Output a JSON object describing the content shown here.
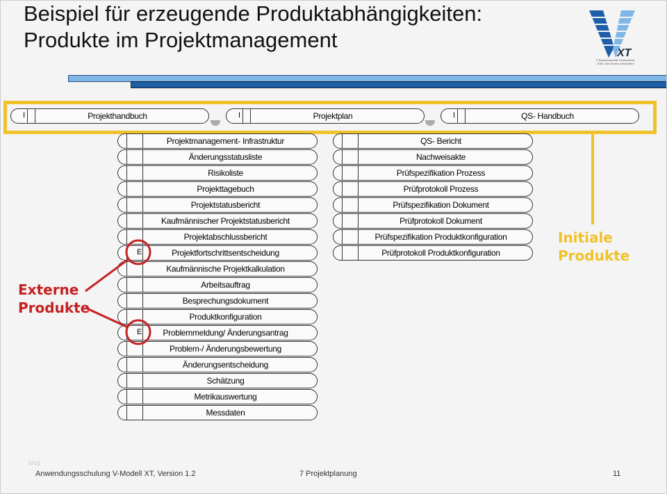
{
  "title": [
    "Beispiel für erzeugende Produktabhängigkeiten:",
    "Produkte im Projektmanagement"
  ],
  "logo": {
    "text": "V XT",
    "caption": "© Bundesrepublik Deutschland, 2006, Alle Rechte vorbehalten"
  },
  "initial_products": [
    {
      "code": "I",
      "label": "Projekthandbuch"
    },
    {
      "code": "I",
      "label": "Projektplan"
    },
    {
      "code": "I",
      "label": "QS- Handbuch"
    }
  ],
  "left_column": [
    {
      "code": "",
      "label": "Projektmanagement- Infrastruktur"
    },
    {
      "code": "",
      "label": "Änderungsstatusliste"
    },
    {
      "code": "",
      "label": "Risikoliste"
    },
    {
      "code": "",
      "label": "Projekttagebuch"
    },
    {
      "code": "",
      "label": "Projektstatusbericht"
    },
    {
      "code": "",
      "label": "Kaufmännischer Projektstatusbericht"
    },
    {
      "code": "",
      "label": "Projektabschlussbericht"
    },
    {
      "code": "E",
      "label": "Projektfortschrittsentscheidung"
    },
    {
      "code": "",
      "label": "Kaufmännische Projektkalkulation"
    },
    {
      "code": "",
      "label": "Arbeitsauftrag"
    },
    {
      "code": "",
      "label": "Besprechungsdokument"
    },
    {
      "code": "",
      "label": "Produktkonfiguration"
    },
    {
      "code": "E",
      "label": "Problemmeldung/ Änderungsantrag"
    },
    {
      "code": "",
      "label": "Problem-/ Änderungsbewertung"
    },
    {
      "code": "",
      "label": "Änderungsentscheidung"
    },
    {
      "code": "",
      "label": "Schätzung"
    },
    {
      "code": "",
      "label": "Metrikauswertung"
    },
    {
      "code": "",
      "label": "Messdaten"
    }
  ],
  "right_column": [
    {
      "code": "",
      "label": "QS- Bericht"
    },
    {
      "code": "",
      "label": "Nachweisakte"
    },
    {
      "code": "",
      "label": "Prüfspezifikation Prozess"
    },
    {
      "code": "",
      "label": "Prüfprotokoll Prozess"
    },
    {
      "code": "",
      "label": "Prüfspezifikation Dokument"
    },
    {
      "code": "",
      "label": "Prüfprotokoll Dokument"
    },
    {
      "code": "",
      "label": "Prüfspezifikation Produktkonfiguration"
    },
    {
      "code": "",
      "label": "Prüfprotokoll Produktkonfiguration"
    }
  ],
  "annotations": {
    "initial": [
      "Initiale",
      "Produkte"
    ],
    "external": [
      "Externe",
      "Produkte"
    ]
  },
  "colors": {
    "highlight_yellow": "#f0c22a",
    "external_red": "#c62020",
    "bar_light": "#7fb6e6",
    "bar_dark": "#1c5fa8"
  },
  "footer": {
    "watermark": "blog",
    "course": "Anwendungsschulung V-Modell XT, Version 1.2",
    "chapter": "7 Projektplanung",
    "page": "11"
  }
}
